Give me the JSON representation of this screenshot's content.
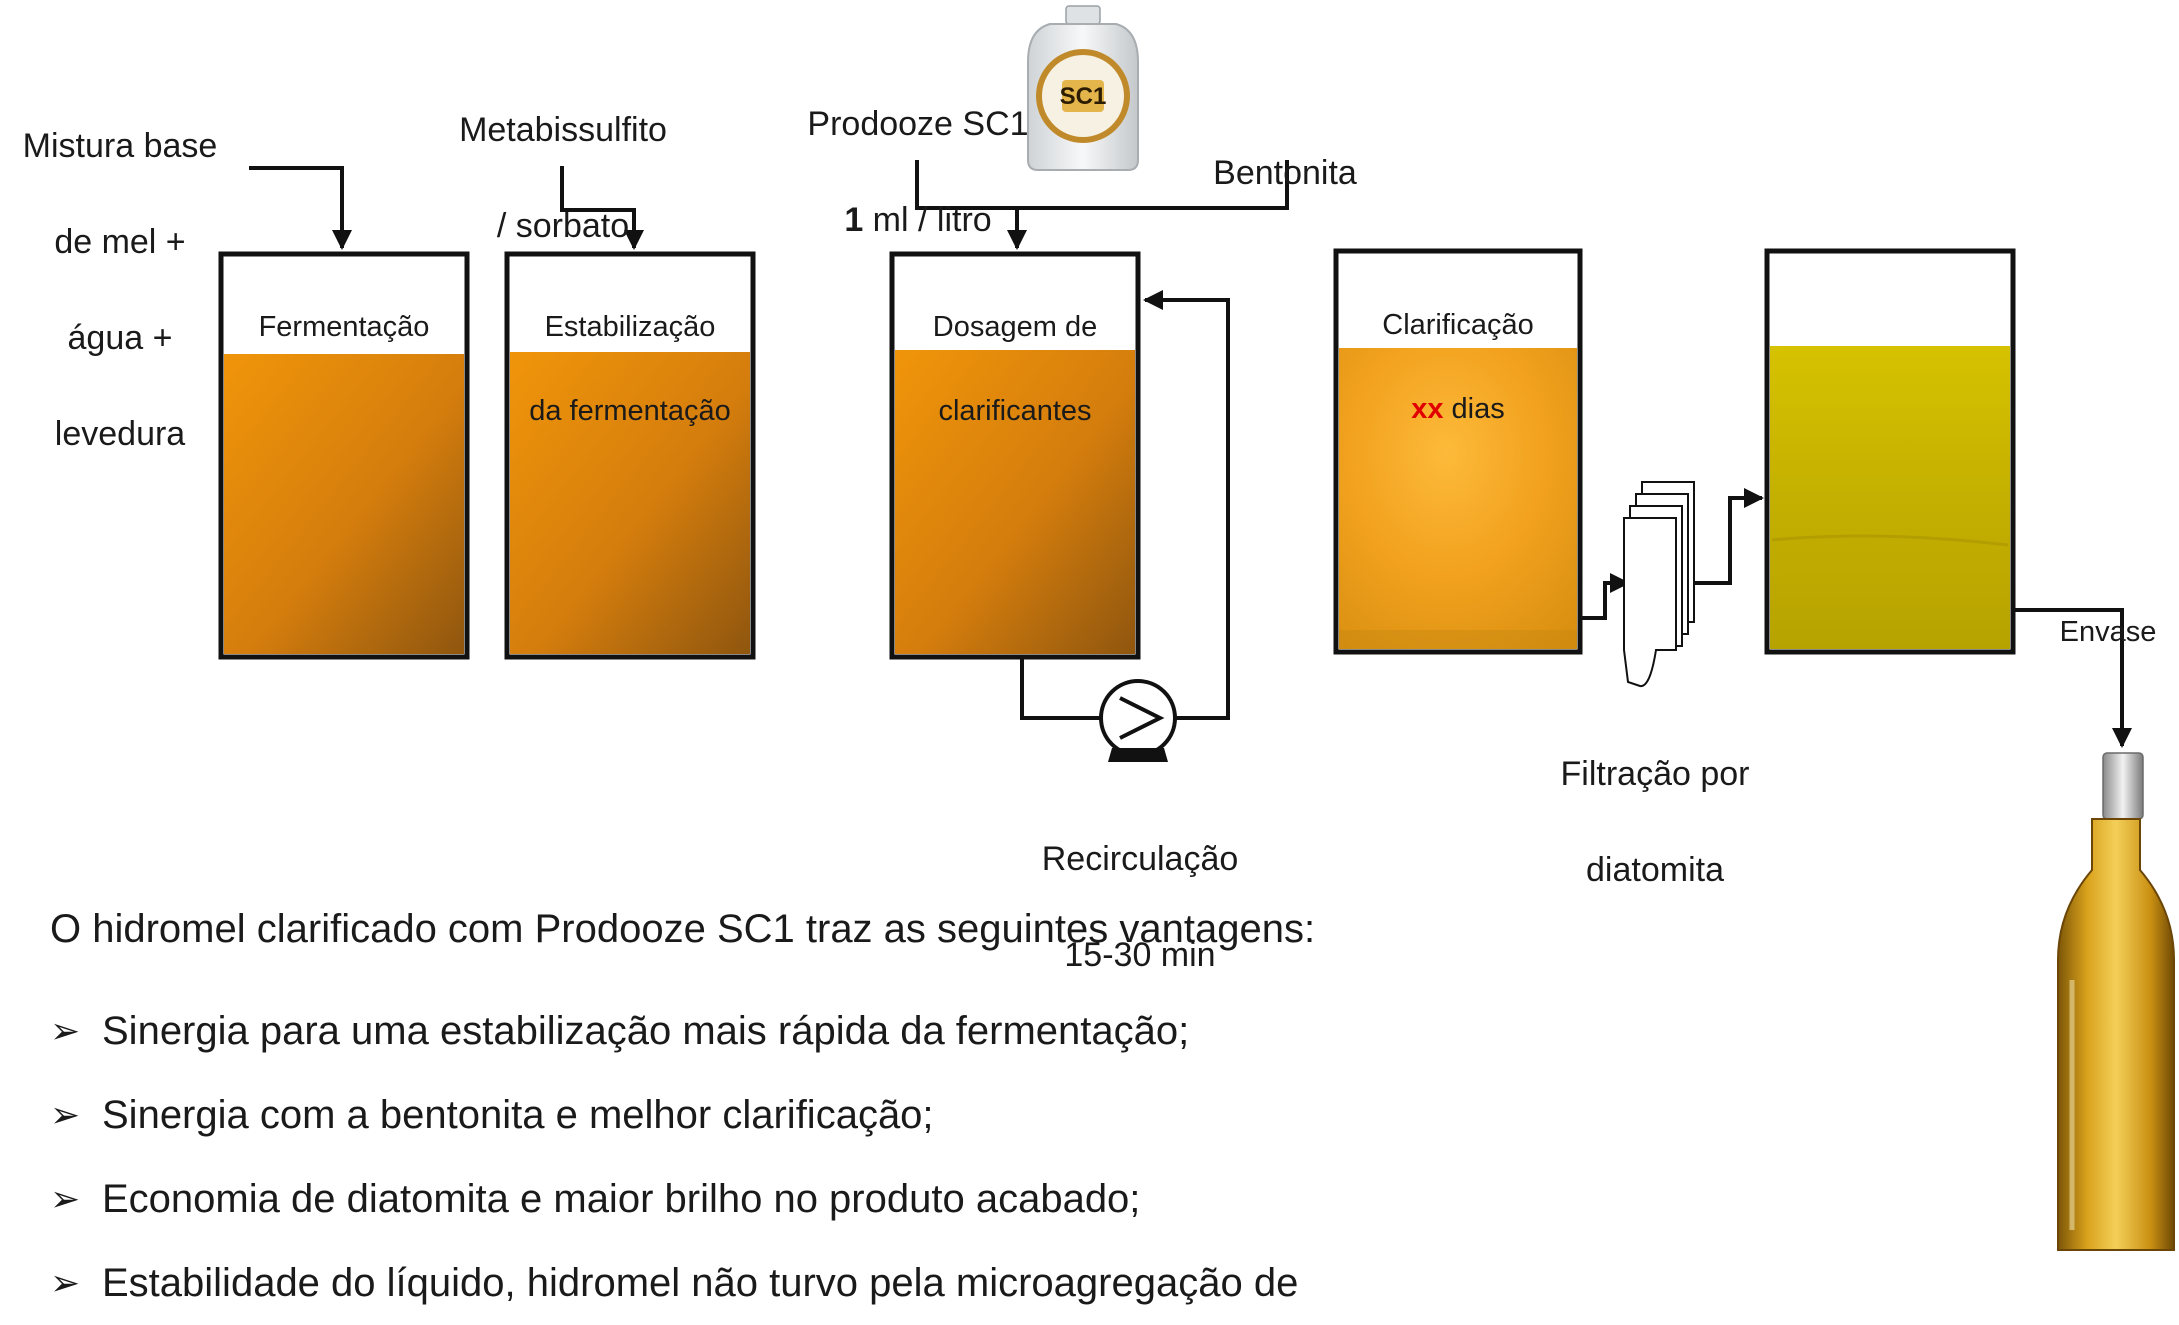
{
  "inputs": {
    "mix_line1": "Mistura base",
    "mix_line2": "de mel +",
    "mix_line3": "água +",
    "mix_line4": "levedura",
    "meta_line1": "Metabissulfito",
    "meta_line2": "/ sorbato",
    "prodooze_line1": "Prodooze SC1",
    "prodooze_dose_bold": "1",
    "prodooze_dose_rest": " ml / litro",
    "bentonita": "Bentonita"
  },
  "product_bottle": {
    "label": "SC1"
  },
  "tanks": {
    "fermentacao": "Fermentação",
    "estab_line1": "Estabilização",
    "estab_line2": "da fermentação",
    "dosagem_line1": "Dosagem de",
    "dosagem_line2": "clarificantes",
    "clarif_line1": "Clarificação",
    "clarif_days_bold": "xx",
    "clarif_days_rest": " dias"
  },
  "steps": {
    "recirc_line1": "Recirculação",
    "recirc_line2": "15-30 min",
    "filtr_line1": "Filtração por",
    "filtr_line2": "diatomita",
    "envase": "Envase"
  },
  "benefits": {
    "intro": "O hidromel clarificado com Prodooze SC1 traz as seguintes vantagens:",
    "items": [
      "Sinergia para uma estabilização mais rápida da fermentação;",
      "Sinergia com a bentonita e melhor clarificação;",
      "Economia de diatomita e maior brilho no produto acabado;",
      "Estabilidade do líquido, hidromel não turvo pela microagregação de"
    ]
  },
  "colors": {
    "amber": "#e8900e",
    "amber_dark": "#9a5a0c",
    "yellow_clear": "#c9b200",
    "red_accent": "#e00000"
  }
}
